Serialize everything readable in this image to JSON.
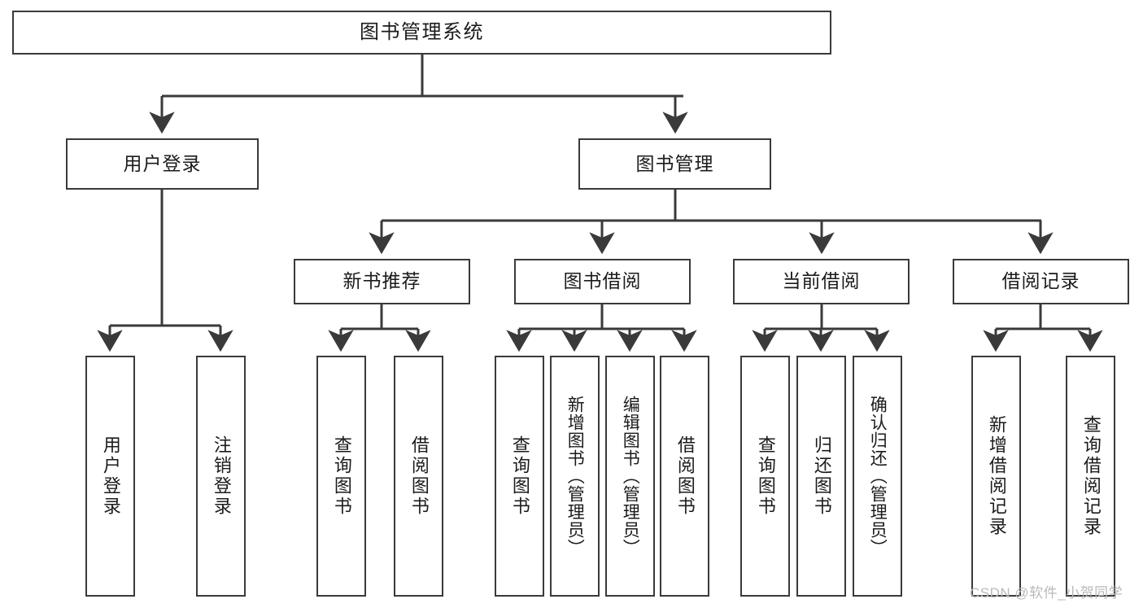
{
  "diagram": {
    "title": "图书管理系统",
    "type": "tree-hierarchy-chart",
    "stroke_color": "#3a3a3a",
    "text_color": "#1b1b1b",
    "background_color": "#ffffff",
    "nodes": {
      "root": {
        "label": "图书管理系统"
      },
      "level2": [
        {
          "id": "user-login",
          "label": "用户登录"
        },
        {
          "id": "book-management",
          "label": "图书管理"
        }
      ],
      "level3": [
        {
          "id": "new-book-recommend",
          "label": "新书推荐"
        },
        {
          "id": "book-borrow",
          "label": "图书借阅"
        },
        {
          "id": "current-borrow",
          "label": "当前借阅"
        },
        {
          "id": "borrow-record",
          "label": "借阅记录"
        }
      ],
      "leaves": {
        "user_login": [
          {
            "id": "leaf-user-login",
            "label": "用户登录"
          },
          {
            "id": "leaf-logout-login",
            "label": "注销登录"
          }
        ],
        "new_book_recommend": [
          {
            "id": "leaf-query-book-1",
            "label": "查询图书"
          },
          {
            "id": "leaf-borrow-book-1",
            "label": "借阅图书"
          }
        ],
        "book_borrow": [
          {
            "id": "leaf-query-book-2",
            "label": "查询图书"
          },
          {
            "id": "leaf-add-book",
            "label": "新增图书（管理员）"
          },
          {
            "id": "leaf-edit-book",
            "label": "编辑图书（管理员）"
          },
          {
            "id": "leaf-borrow-book-2",
            "label": "借阅图书"
          }
        ],
        "current_borrow": [
          {
            "id": "leaf-query-book-3",
            "label": "查询图书"
          },
          {
            "id": "leaf-return-book",
            "label": "归还图书"
          },
          {
            "id": "leaf-confirm-return",
            "label": "确认归还（管理员）"
          }
        ],
        "borrow_record": [
          {
            "id": "leaf-add-borrow-record",
            "label": "新增借阅记录"
          },
          {
            "id": "leaf-query-borrow-record",
            "label": "查询借阅记录"
          }
        ]
      }
    }
  },
  "watermark": {
    "text": "CSDN @软件_小贺同学"
  }
}
